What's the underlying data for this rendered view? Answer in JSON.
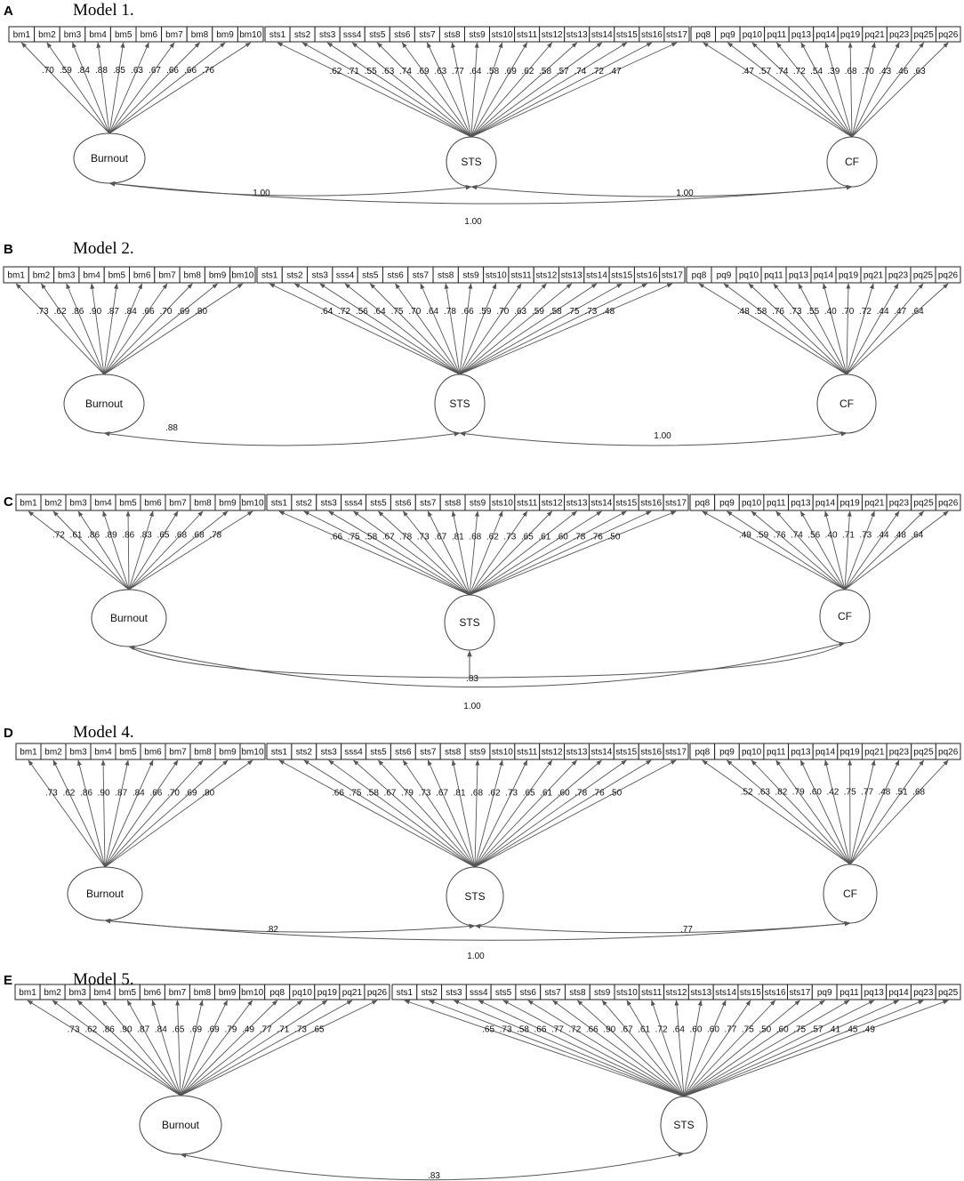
{
  "panels": [
    {
      "letter": "A",
      "title": "Model 1.",
      "groups": [
        {
          "items": [
            "bm1",
            "bm2",
            "bm3",
            "bm4",
            "bm5",
            "bm6",
            "bm7",
            "bm8",
            "bm9",
            "bm10"
          ],
          "loadings": [
            ".70",
            ".59",
            ".84",
            ".88",
            ".85",
            ".63",
            ".67",
            ".66",
            ".66",
            ".76"
          ]
        },
        {
          "items": [
            "sts1",
            "sts2",
            "sts3",
            "sss4",
            "sts5",
            "sts6",
            "sts7",
            "sts8",
            "sts9",
            "sts10",
            "sts11",
            "sts12",
            "sts13",
            "sts14",
            "sts15",
            "sts16",
            "sts17"
          ],
          "loadings": [
            ".62",
            ".71",
            ".55",
            ".63",
            ".74",
            ".69",
            ".63",
            ".77",
            ".64",
            ".58",
            ".69",
            ".62",
            ".58",
            ".57",
            ".74",
            ".72",
            ".47"
          ]
        },
        {
          "items": [
            "pq8",
            "pq9",
            "pq10",
            "pq11",
            "pq13",
            "pq14",
            "pq19",
            "pq21",
            "pq23",
            "pq25",
            "pq26"
          ],
          "loadings": [
            ".47",
            ".57",
            ".74",
            ".72",
            ".54",
            ".39",
            ".68",
            ".70",
            ".43",
            ".46",
            ".63"
          ]
        }
      ],
      "factors": [
        "Burnout",
        "STS",
        "CF"
      ],
      "correlations": [
        {
          "from": 0,
          "to": 1,
          "value": "1.00"
        },
        {
          "from": 1,
          "to": 2,
          "value": "1.00"
        },
        {
          "from": 0,
          "to": 2,
          "value": "1.00"
        }
      ]
    },
    {
      "letter": "B",
      "title": "Model 2.",
      "groups": [
        {
          "items": [
            "bm1",
            "bm2",
            "bm3",
            "bm4",
            "bm5",
            "bm6",
            "bm7",
            "bm8",
            "bm9",
            "bm10"
          ],
          "loadings": [
            ".73",
            ".62",
            ".86",
            ".90",
            ".87",
            ".84",
            ".66",
            ".70",
            ".69",
            ".80"
          ]
        },
        {
          "items": [
            "sts1",
            "sts2",
            "sts3",
            "sss4",
            "sts5",
            "sts6",
            "sts7",
            "sts8",
            "sts9",
            "sts10",
            "sts11",
            "sts12",
            "sts13",
            "sts14",
            "sts15",
            "sts16",
            "sts17"
          ],
          "loadings": [
            ".64",
            ".72",
            ".56",
            ".64",
            ".75",
            ".70",
            ".64",
            ".78",
            ".66",
            ".59",
            ".70",
            ".63",
            ".59",
            ".58",
            ".75",
            ".73",
            ".48"
          ]
        },
        {
          "items": [
            "pq8",
            "pq9",
            "pq10",
            "pq11",
            "pq13",
            "pq14",
            "pq19",
            "pq21",
            "pq23",
            "pq25",
            "pq26"
          ],
          "loadings": [
            ".48",
            ".58",
            ".76",
            ".73",
            ".55",
            ".40",
            ".70",
            ".72",
            ".44",
            ".47",
            ".64"
          ]
        }
      ],
      "factors": [
        "Burnout",
        "STS",
        "CF"
      ],
      "correlations": [
        {
          "from": 0,
          "to": 1,
          "value": ".88"
        },
        {
          "from": 1,
          "to": 2,
          "value": "1.00"
        }
      ]
    },
    {
      "letter": "C",
      "title": "Model 3.",
      "groups": [
        {
          "items": [
            "bm1",
            "bm2",
            "bm3",
            "bm4",
            "bm5",
            "bm6",
            "bm7",
            "bm8",
            "bm9",
            "bm10"
          ],
          "loadings": [
            ".72",
            ".61",
            ".86",
            ".89",
            ".86",
            ".83",
            ".65",
            ".68",
            ".68",
            ".78"
          ]
        },
        {
          "items": [
            "sts1",
            "sts2",
            "sts3",
            "sss4",
            "sts5",
            "sts6",
            "sts7",
            "sts8",
            "sts9",
            "sts10",
            "sts11",
            "sts12",
            "sts13",
            "sts14",
            "sts15",
            "sts16",
            "sts17"
          ],
          "loadings": [
            ".66",
            ".75",
            ".58",
            ".67",
            ".78",
            ".73",
            ".67",
            ".81",
            ".68",
            ".62",
            ".73",
            ".65",
            ".61",
            ".60",
            ".78",
            ".76",
            ".50"
          ]
        },
        {
          "items": [
            "pq8",
            "pq9",
            "pq10",
            "pq11",
            "pq13",
            "pq14",
            "pq19",
            "pq21",
            "pq23",
            "pq25",
            "pq26"
          ],
          "loadings": [
            ".49",
            ".59",
            ".76",
            ".74",
            ".56",
            ".40",
            ".71",
            ".73",
            ".44",
            ".48",
            ".64"
          ]
        }
      ],
      "factors": [
        "Burnout",
        "STS",
        "CF"
      ],
      "correlations": [
        {
          "from": 0,
          "to": 1,
          "value": ".83"
        },
        {
          "from": 0,
          "to": 2,
          "value": "1.00"
        }
      ]
    },
    {
      "letter": "D",
      "title": "Model 4.",
      "groups": [
        {
          "items": [
            "bm1",
            "bm2",
            "bm3",
            "bm4",
            "bm5",
            "bm6",
            "bm7",
            "bm8",
            "bm9",
            "bm10"
          ],
          "loadings": [
            ".73",
            ".62",
            ".86",
            ".90",
            ".87",
            ".84",
            ".66",
            ".70",
            ".69",
            ".80"
          ]
        },
        {
          "items": [
            "sts1",
            "sts2",
            "sts3",
            "sss4",
            "sts5",
            "sts6",
            "sts7",
            "sts8",
            "sts9",
            "sts10",
            "sts11",
            "sts12",
            "sts13",
            "sts14",
            "sts15",
            "sts16",
            "sts17"
          ],
          "loadings": [
            ".66",
            ".75",
            ".58",
            ".67",
            ".79",
            ".73",
            ".67",
            ".81",
            ".68",
            ".62",
            ".73",
            ".65",
            ".61",
            ".60",
            ".78",
            ".76",
            ".50"
          ]
        },
        {
          "items": [
            "pq8",
            "pq9",
            "pq10",
            "pq11",
            "pq13",
            "pq14",
            "pq19",
            "pq21",
            "pq23",
            "pq25",
            "pq26"
          ],
          "loadings": [
            ".52",
            ".63",
            ".82",
            ".79",
            ".60",
            ".42",
            ".75",
            ".77",
            ".48",
            ".51",
            ".68"
          ]
        }
      ],
      "factors": [
        "Burnout",
        "STS",
        "CF"
      ],
      "correlations": [
        {
          "from": 0,
          "to": 1,
          "value": ".82"
        },
        {
          "from": 1,
          "to": 2,
          "value": ".77"
        },
        {
          "from": 0,
          "to": 2,
          "value": "1.00"
        }
      ]
    },
    {
      "letter": "E",
      "title": "Model 5.",
      "groups": [
        {
          "items": [
            "bm1",
            "bm2",
            "bm3",
            "bm4",
            "bm5",
            "bm6",
            "bm7",
            "bm8",
            "bm9",
            "bm10",
            "pq8",
            "pq10",
            "pq19",
            "pq21",
            "pq26"
          ],
          "loadings": [
            ".73",
            ".62",
            ".86",
            ".90",
            ".87",
            ".84",
            ".65",
            ".69",
            ".69",
            ".79",
            ".49",
            ".77",
            ".71",
            ".73",
            ".65"
          ]
        },
        {
          "items": [
            "sts1",
            "sts2",
            "sts3",
            "sss4",
            "sts5",
            "sts6",
            "sts7",
            "sts8",
            "sts9",
            "sts10",
            "sts11",
            "sts12",
            "sts13",
            "sts14",
            "sts15",
            "sts16",
            "sts17",
            "pq9",
            "pq11",
            "pq13",
            "pq14",
            "pq23",
            "pq25"
          ],
          "loadings": [
            ".65",
            ".73",
            ".58",
            ".66",
            ".77",
            ".72",
            ".66",
            ".90",
            ".67",
            ".61",
            ".72",
            ".64",
            ".60",
            ".60",
            ".77",
            ".75",
            ".50",
            ".60",
            ".75",
            ".57",
            ".41",
            ".45",
            ".49"
          ]
        }
      ],
      "factors": [
        "Burnout",
        "STS"
      ],
      "correlations": [
        {
          "from": 0,
          "to": 1,
          "value": ".83"
        }
      ]
    }
  ]
}
